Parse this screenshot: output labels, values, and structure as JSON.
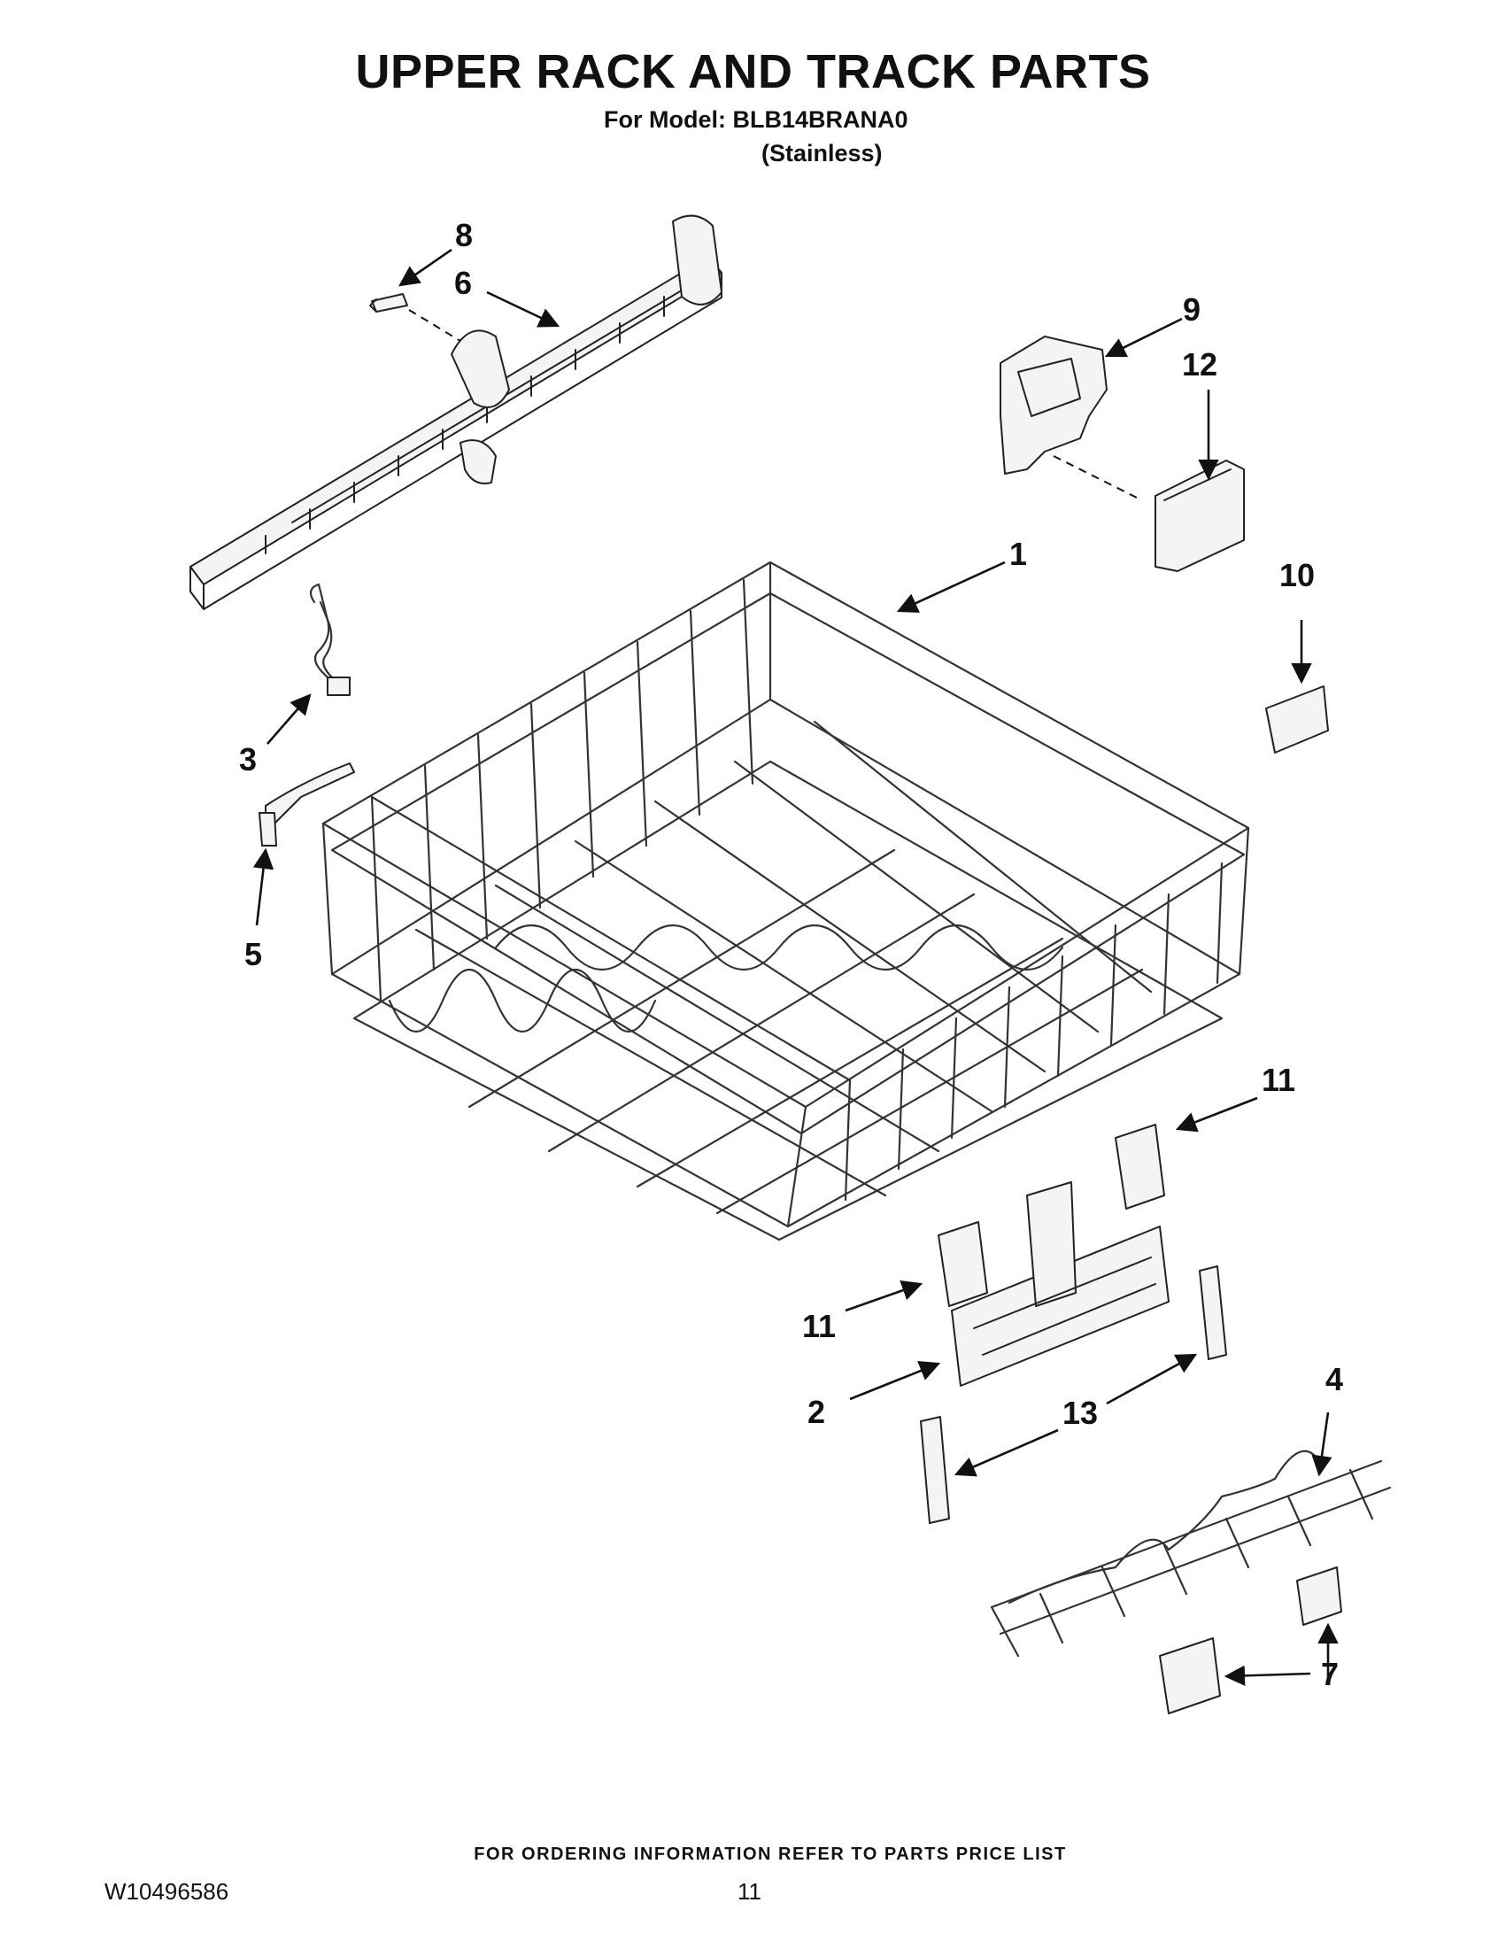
{
  "header": {
    "title": "UPPER RACK AND TRACK PARTS",
    "model_line": "For Model: BLB14BRANA0",
    "variant_line": "(Stainless)"
  },
  "callouts": {
    "c1": "1",
    "c2": "2",
    "c3": "3",
    "c4": "4",
    "c5": "5",
    "c6": "6",
    "c7": "7",
    "c8": "8",
    "c9": "9",
    "c10": "10",
    "c11a": "11",
    "c11b": "11",
    "c12": "12",
    "c13": "13"
  },
  "footer": {
    "note": "FOR ORDERING INFORMATION REFER TO PARTS PRICE LIST",
    "doc_number": "W10496586",
    "page_number": "11"
  }
}
